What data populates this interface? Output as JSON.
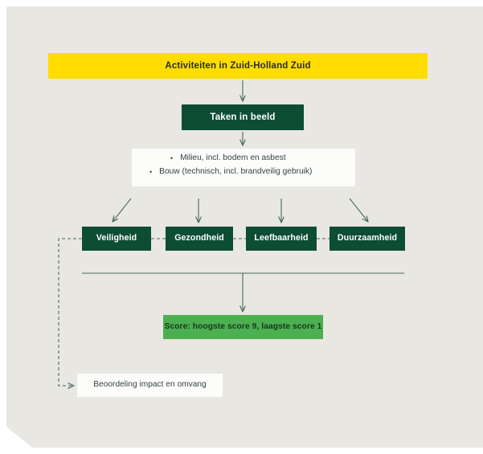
{
  "diagram": {
    "title_banner": "Activiteiten in Zuid-Holland Zuid",
    "stage_taken": "Taken in beeld",
    "bullets": [
      "Milieu, incl. bodem en asbest",
      "Bouw (technisch, incl. brandveilig gebruik)"
    ],
    "bullet_glyph": "•",
    "categories": [
      "Veiligheid",
      "Gezondheid",
      "Leefbaarheid",
      "Duurzaamheid"
    ],
    "score_box": "Score: hoogste score 9, laagste score 1",
    "feedback_box": "Beoordeling impact en omvang",
    "colors": {
      "panel_background": "#E8E7E2",
      "banner_yellow": "#FFDD00",
      "dark_green": "#0D4D35",
      "score_green": "#4CAF50",
      "box_white": "#FCFCFB",
      "connector_green": "#4A6B5C",
      "text_dark": "#33433C"
    }
  }
}
